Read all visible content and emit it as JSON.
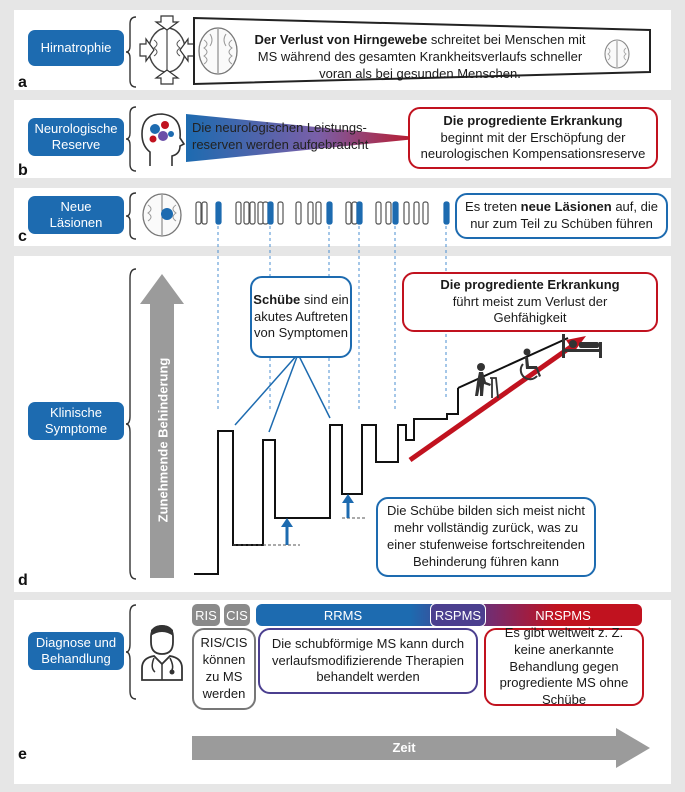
{
  "panels": {
    "a": {
      "letter": "a",
      "pill": "Hirnatrophie",
      "text_bold": "Der Verlust von Hirngewebe",
      "text_rest": " schreitet bei Menschen mit MS während des gesamten Krankheitsverlaufs schneller voran als bei gesunden Menschen."
    },
    "b": {
      "letter": "b",
      "pill_line1": "Neurologische",
      "pill_line2": "Reserve",
      "wedge_line1": "Die neurologischen Leistungs-",
      "wedge_line2": "reserven werden aufgebraucht",
      "box_bold": "Die progrediente Erkrankung",
      "box_line2": "beginnt mit der Erschöpfung der",
      "box_line3": "neurologischen Kompensationsreserve"
    },
    "c": {
      "letter": "c",
      "pill_line1": "Neue",
      "pill_line2": "Läsionen",
      "box_pre": "Es treten ",
      "box_bold": "neue Läsionen",
      "box_post": " auf, die nur zum Teil zu Schüben führen"
    },
    "d": {
      "letter": "d",
      "pill_line1": "Klinische",
      "pill_line2": "Symptome",
      "axis_label": "Zunehmende Behinderung",
      "schub_bold": "Schübe",
      "schub_rest": " sind ein akutes Auftreten von Symptomen",
      "prog_bold": "Die progrediente Erkrankung",
      "prog_rest": "führt meist zum Verlust der Gehfähigkeit",
      "residual": "Die Schübe bilden sich meist nicht mehr vollständig zurück, was zu einer stufenweise fortschreitenden Behinderung führen kann"
    },
    "e": {
      "letter": "e",
      "pill_line1": "Diagnose und",
      "pill_line2": "Behandlung",
      "stage_ris": "RIS",
      "stage_cis": "CIS",
      "stage_rrms": "RRMS",
      "stage_rspms": "RSPMS",
      "stage_nrspms": "NRSPMS",
      "box_ris": "RIS/CIS können zu MS werden",
      "box_rrms": "Die schubförmige MS kann durch verlaufsmodifizierende Therapien behandelt werden",
      "box_nrspms": "Es gibt weltweit z. Z. keine anerkannte Behandlung gegen progrediente MS ohne Schübe",
      "time_label": "Zeit"
    }
  },
  "colors": {
    "blue": "#1d6bb0",
    "red": "#c1121f",
    "purple": "#4b3f8f",
    "grey": "#8a8a8a"
  },
  "icons": [
    "brain-shrink-icon",
    "brain-icon",
    "head-gears-icon",
    "brain-lesion-icon",
    "walker-person-icon",
    "wheelchair-icon",
    "bed-icon",
    "doctor-icon"
  ]
}
